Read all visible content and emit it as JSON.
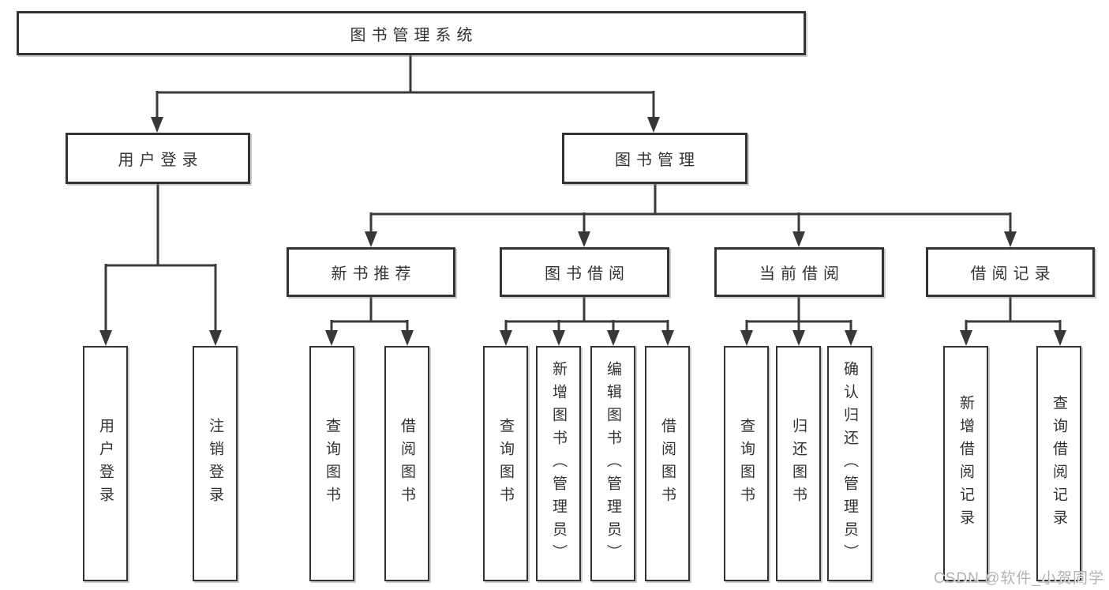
{
  "diagram": {
    "root": "图书管理系统",
    "level2": [
      "用户登录",
      "图书管理"
    ],
    "level3": [
      "新书推荐",
      "图书借阅",
      "当前借阅",
      "借阅记录"
    ],
    "user_login_children": [
      "用户登录",
      "注销登录"
    ],
    "new_books_children": [
      "查询图书",
      "借阅图书"
    ],
    "borrow_children": [
      "查询图书",
      "新增图书（管理员）",
      "编辑图书（管理员）",
      "借阅图书"
    ],
    "current_children": [
      "查询图书",
      "归还图书",
      "确认归还（管理员）"
    ],
    "records_children": [
      "新增借阅记录",
      "查询借阅记录"
    ]
  },
  "watermark": "CSDN @软件_小贺同学",
  "colors": {
    "line": "#3a3a3a",
    "border": "#333333",
    "text": "#333333",
    "box_background": "#ffffff",
    "watermark": "#afafaf"
  }
}
